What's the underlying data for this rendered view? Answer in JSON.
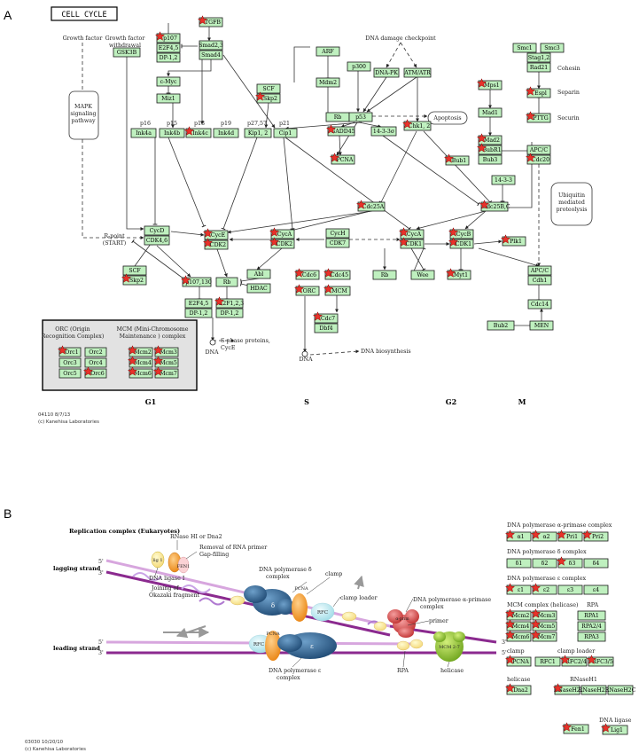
{
  "panel_a": {
    "letter": "A",
    "title": "CELL CYCLE",
    "footer_code": "04110 8/7/13",
    "footer_lab": "(c) Kanehisa Laboratories",
    "phases": [
      "G1",
      "S",
      "G2",
      "M"
    ],
    "labels": {
      "growth_factor": "Growth factor",
      "gf_withdrawal_1": "Growth factor",
      "gf_withdrawal_2": "withdrawal",
      "mapk_1": "MAPK",
      "mapk_2": "signaling",
      "mapk_3": "pathway",
      "dna_damage": "DNA damage checkpoint",
      "apoptosis": "Apoptosis",
      "cohesin": "Cohesin",
      "separin": "Separin",
      "securin": "Securin",
      "ubiq_1": "Ubiquitin",
      "ubiq_2": "mediated",
      "ubiq_3": "proteolysis",
      "rpoint_1": "R-point",
      "rpoint_2": "(START)",
      "sphase_1": "S-phase proteins,",
      "sphase_2": "CycE",
      "dna1": "DNA",
      "dna2": "DNA",
      "dna_bio": "DNA biosynthesis",
      "orc_title_1": "ORC (Origin",
      "orc_title_2": "Recognition Complex)",
      "mcm_title_1": "MCM (Mini-Chromosome",
      "mcm_title_2": "Maintenance ) complex"
    },
    "genes": [
      {
        "id": "gsk3b",
        "label": "GSK3B",
        "star": false
      },
      {
        "id": "tgfb",
        "label": "TGFB",
        "star": true
      },
      {
        "id": "p107",
        "label": "p107",
        "star": true
      },
      {
        "id": "e2f45a",
        "label": "E2F4,5",
        "star": false
      },
      {
        "id": "dp12a",
        "label": "DP-1,2",
        "star": false
      },
      {
        "id": "smad23",
        "label": "Smad2,3",
        "star": false
      },
      {
        "id": "smad4",
        "label": "Smad4",
        "star": false
      },
      {
        "id": "cmyc",
        "label": "c-Myc",
        "star": false
      },
      {
        "id": "miz1",
        "label": "Miz1",
        "star": false
      },
      {
        "id": "scf1",
        "label": "SCF",
        "star": false
      },
      {
        "id": "skp2a",
        "label": "Skp2",
        "star": true
      },
      {
        "id": "arf",
        "label": "ARF",
        "star": false
      },
      {
        "id": "mdm2",
        "label": "Mdm2",
        "star": false
      },
      {
        "id": "p300",
        "label": "p300",
        "star": false
      },
      {
        "id": "dnapk",
        "label": "DNA-PK",
        "star": false
      },
      {
        "id": "atmatr",
        "label": "ATM/ATR",
        "star": false
      },
      {
        "id": "rb1",
        "label": "Rb",
        "star": false
      },
      {
        "id": "p53",
        "label": "p53",
        "star": false
      },
      {
        "id": "ink4a",
        "label": "Ink4a",
        "star": false
      },
      {
        "id": "ink4b",
        "label": "Ink4b",
        "star": false
      },
      {
        "id": "ink4c",
        "label": "Ink4c",
        "star": true
      },
      {
        "id": "ink4d",
        "label": "Ink4d",
        "star": false
      },
      {
        "id": "kip12",
        "label": "Kip1, 2",
        "star": false
      },
      {
        "id": "cip1",
        "label": "Cip1",
        "star": false
      },
      {
        "id": "gadd45",
        "label": "GADD45",
        "star": true
      },
      {
        "id": "s1433a",
        "label": "14-3-3σ",
        "star": false
      },
      {
        "id": "chk12",
        "label": "Chk1, 2",
        "star": true
      },
      {
        "id": "pcna",
        "label": "PCNA",
        "star": true
      },
      {
        "id": "cdc25a",
        "label": "Cdc25A",
        "star": true
      },
      {
        "id": "smc1",
        "label": "Smc1",
        "star": false
      },
      {
        "id": "smc3",
        "label": "Smc3",
        "star": false
      },
      {
        "id": "stag12",
        "label": "Stag1,2",
        "star": false
      },
      {
        "id": "rad21",
        "label": "Rad21",
        "star": false
      },
      {
        "id": "espl",
        "label": "Espl",
        "star": true
      },
      {
        "id": "pttg",
        "label": "PTTG",
        "star": true
      },
      {
        "id": "mps1",
        "label": "Mps1",
        "star": true
      },
      {
        "id": "mad1",
        "label": "Mad1",
        "star": false
      },
      {
        "id": "mad2",
        "label": "Mad2",
        "star": true
      },
      {
        "id": "bubr1",
        "label": "BubR1",
        "star": true
      },
      {
        "id": "bub3",
        "label": "Bub3",
        "star": false
      },
      {
        "id": "bub1",
        "label": "Bub1",
        "star": true
      },
      {
        "id": "apcc1",
        "label": "APC/C",
        "star": false
      },
      {
        "id": "cdc20",
        "label": "Cdc20",
        "star": true
      },
      {
        "id": "s1433b",
        "label": "14-3-3",
        "star": false
      },
      {
        "id": "cdc25bc",
        "label": "Cdc25B,C",
        "star": true
      },
      {
        "id": "cycd",
        "label": "CycD",
        "star": false
      },
      {
        "id": "cdk46",
        "label": "CDK4,6",
        "star": false
      },
      {
        "id": "cyce",
        "label": "CycE",
        "star": true
      },
      {
        "id": "cdk2a",
        "label": "CDK2",
        "star": true
      },
      {
        "id": "cyca1",
        "label": "CycA",
        "star": true
      },
      {
        "id": "cdk2b",
        "label": "CDK2",
        "star": true
      },
      {
        "id": "cych",
        "label": "CycH",
        "star": false
      },
      {
        "id": "cdk7",
        "label": "CDK7",
        "star": false
      },
      {
        "id": "cyca2",
        "label": "CycA",
        "star": true
      },
      {
        "id": "cdk1a",
        "label": "CDK1",
        "star": true
      },
      {
        "id": "cycb",
        "label": "CycB",
        "star": true
      },
      {
        "id": "cdk1b",
        "label": "CDK1",
        "star": true
      },
      {
        "id": "plk1",
        "label": "Plk1",
        "star": true
      },
      {
        "id": "scf2",
        "label": "SCF",
        "star": false
      },
      {
        "id": "skp2b",
        "label": "Skp2",
        "star": true
      },
      {
        "id": "p107130",
        "label": "p107,130",
        "star": true
      },
      {
        "id": "rb2",
        "label": "Rb",
        "star": false
      },
      {
        "id": "abl",
        "label": "Abl",
        "star": false
      },
      {
        "id": "hdac",
        "label": "HDAC",
        "star": false
      },
      {
        "id": "cdc6",
        "label": "Cdc6",
        "star": true
      },
      {
        "id": "cdc45",
        "label": "Cdc45",
        "star": true
      },
      {
        "id": "orc",
        "label": "ORC",
        "star": true
      },
      {
        "id": "mcm",
        "label": "MCM",
        "star": true
      },
      {
        "id": "e2f45b",
        "label": "E2F4,5",
        "star": false
      },
      {
        "id": "e2f123",
        "label": "E2F1,2,3",
        "star": true
      },
      {
        "id": "dp12b",
        "label": "DP-1,2",
        "star": false
      },
      {
        "id": "dp12c",
        "label": "DP-1,2",
        "star": false
      },
      {
        "id": "cdc7",
        "label": "Cdc7",
        "star": true
      },
      {
        "id": "dbf4",
        "label": "Dbf4",
        "star": false
      },
      {
        "id": "rb3",
        "label": "Rb",
        "star": false
      },
      {
        "id": "wee",
        "label": "Wee",
        "star": false
      },
      {
        "id": "myt1",
        "label": "Myt1",
        "star": true
      },
      {
        "id": "apcc2",
        "label": "APC/C",
        "star": false
      },
      {
        "id": "cdh1",
        "label": "Cdh1",
        "star": false
      },
      {
        "id": "cdc14",
        "label": "Cdc14",
        "star": false
      },
      {
        "id": "bub2",
        "label": "Bub2",
        "star": false
      },
      {
        "id": "men",
        "label": "MEN",
        "star": false
      },
      {
        "id": "orc1",
        "label": "Orc1",
        "star": true
      },
      {
        "id": "orc2",
        "label": "Orc2",
        "star": false
      },
      {
        "id": "orc3",
        "label": "Orc3",
        "star": false
      },
      {
        "id": "orc4",
        "label": "Orc4",
        "star": false
      },
      {
        "id": "orc5",
        "label": "Orc5",
        "star": false
      },
      {
        "id": "orc6",
        "label": "Orc6",
        "star": true
      },
      {
        "id": "mcm2",
        "label": "Mcm2",
        "star": true
      },
      {
        "id": "mcm3",
        "label": "Mcm3",
        "star": true
      },
      {
        "id": "mcm4",
        "label": "Mcm4",
        "star": true
      },
      {
        "id": "mcm5",
        "label": "Mcm5",
        "star": true
      },
      {
        "id": "mcm6",
        "label": "Mcm6",
        "star": true
      },
      {
        "id": "mcm7",
        "label": "Mcm7",
        "star": true
      }
    ],
    "small_labels": {
      "p16": "p16",
      "p15": "p15",
      "p18": "p18",
      "p19": "p19",
      "p2757": "p27,57",
      "p21": "p21"
    }
  },
  "panel_b": {
    "letter": "B",
    "title": "Replication complex (Eukaryotes)",
    "footer_code": "03030 10/20/10",
    "footer_lab": "(c) Kanehisa Laboratories",
    "strands": {
      "lagging": "lagging strand",
      "leading": "leading strand",
      "five": "5'",
      "three": "3'"
    },
    "annotations": {
      "rnase": "RNase HI or Dna2",
      "removal_1": "Removal of RNA primer",
      "removal_2": "Gap-filling",
      "pold_1": "DNA polymerase δ",
      "pold_2": "complex",
      "clamp": "clamp",
      "clamp_loader": "clamp loader",
      "ligase_1": "DNA ligase I",
      "joining_1": "Joining of",
      "joining_2": "Okazaki fragment",
      "pola_1": "DNA polymerase α-primase",
      "pola_2": "complex",
      "primer": "primer",
      "pole_1": "DNA polymerase ε",
      "pole_2": "complex",
      "rpa": "RPA",
      "helicase": "helicase",
      "lig1": "lig 1",
      "fen1": "FEN1",
      "delta": "δ",
      "epsilon": "ε",
      "pcna": "PCNA",
      "rfc": "RFC",
      "alpha": "α-prim",
      "mcm27": "MCM 2-7"
    },
    "groups": [
      {
        "title": "DNA polymerase α-primase complex",
        "genes": [
          {
            "label": "α1",
            "star": true
          },
          {
            "label": "α2",
            "star": true
          },
          {
            "label": "Pri1",
            "star": true
          },
          {
            "label": "Pri2",
            "star": true
          }
        ]
      },
      {
        "title": "DNA polymerase δ complex",
        "genes": [
          {
            "label": "δ1",
            "star": false
          },
          {
            "label": "δ2",
            "star": false
          },
          {
            "label": "δ3",
            "star": true
          },
          {
            "label": "δ4",
            "star": false
          }
        ]
      },
      {
        "title": "DNA polymerase ε complex",
        "genes": [
          {
            "label": "ε1",
            "star": true
          },
          {
            "label": "ε2",
            "star": true
          },
          {
            "label": "ε3",
            "star": false
          },
          {
            "label": "ε4",
            "star": false
          }
        ]
      }
    ],
    "mcm_title": "MCM complex (helicase)",
    "mcm_genes": [
      {
        "label": "Mcm2",
        "star": true
      },
      {
        "label": "Mcm3",
        "star": true
      },
      {
        "label": "Mcm4",
        "star": true
      },
      {
        "label": "Mcm5",
        "star": true
      },
      {
        "label": "Mcm6",
        "star": true
      },
      {
        "label": "Mcm7",
        "star": true
      }
    ],
    "rpa_title": "RPA",
    "rpa_genes": [
      {
        "label": "RPA1",
        "star": false
      },
      {
        "label": "RPA2/4",
        "star": false
      },
      {
        "label": "RPA3",
        "star": false
      }
    ],
    "clamp_title": "clamp",
    "clamp_gene": {
      "label": "PCNA",
      "star": true
    },
    "clamp_loader_title": "clamp loader",
    "clamp_loader_genes": [
      {
        "label": "RFC1",
        "star": false
      },
      {
        "label": "RFC2/4",
        "star": true
      },
      {
        "label": "RFC3/5",
        "star": true
      }
    ],
    "helicase_title": "helicase",
    "helicase_gene": {
      "label": "Dna2",
      "star": true
    },
    "rnaseh1_title": "RNaseH1",
    "rnaseh1_genes": [
      {
        "label": "RNaseH2A",
        "star": true
      },
      {
        "label": "RNaseH2B",
        "star": false
      },
      {
        "label": "RNaseH2C",
        "star": false
      }
    ],
    "fen1_gene": {
      "label": "Fen1",
      "star": true
    },
    "ligase_title": "DNA ligase",
    "ligase_gene": {
      "label": "Lig1",
      "star": true
    }
  },
  "colors": {
    "gene_fill": "#bff0bf",
    "star": "#e8322a",
    "strand_dark": "#8b2a8f",
    "strand_light": "#d7a6de",
    "pol_blue": "#2d5f8b",
    "pcna_orange": "#f39a2a",
    "rfc_cyan": "#bfe9f0",
    "mcm_green": "#98c93a",
    "pola_red": "#d84a4a",
    "rpa_yellow": "#fde9a8",
    "lig_yellow": "#f3ef5a"
  }
}
